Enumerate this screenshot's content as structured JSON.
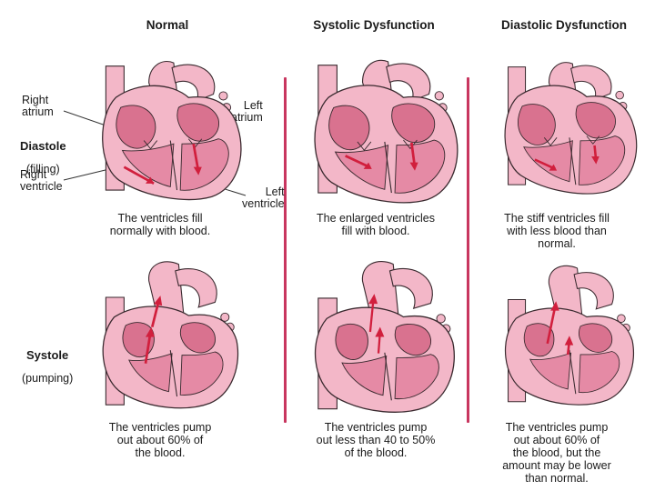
{
  "columns": [
    {
      "title": "Normal"
    },
    {
      "title": "Systolic Dysfunction"
    },
    {
      "title": "Diastolic Dysfunction"
    }
  ],
  "rows": {
    "diastole": {
      "phase": "Diastole",
      "sub": "(filling)"
    },
    "systole": {
      "phase": "Systole",
      "sub": "(pumping)"
    }
  },
  "anatomy": {
    "right_atrium": "Right\natrium",
    "left_atrium": "Left\natrium",
    "right_ventricle": "Right\nventricle",
    "left_ventricle": "Left\nventricle"
  },
  "captions": {
    "normal_diastole": "The ventricles fill\nnormally with blood.",
    "systolic_diastole": "The enlarged ventricles\nfill with blood.",
    "diastolic_diastole": "The stiff ventricles fill\nwith less blood than\nnormal.",
    "normal_systole": "The ventricles pump\nout about 60% of\nthe blood.",
    "systolic_systole": "The ventricles pump\nout less than 40 to 50%\nof the blood.",
    "diastolic_systole": "The ventricles pump\nout about 60% of\nthe blood, but the\namount may be lower\nthan normal."
  },
  "colors": {
    "heart_outer": "#f3b7c8",
    "heart_wall": "#e58aa5",
    "heart_inner": "#d9728f",
    "outline": "#3a2a2f",
    "arrow": "#d11f3d",
    "divider": "#c8365f"
  }
}
